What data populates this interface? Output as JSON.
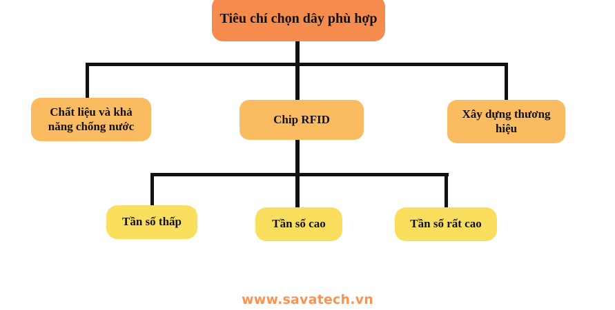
{
  "diagram": {
    "type": "organizational-tree",
    "title_node": {
      "id": "root",
      "label": "Tiêu chí chọn dây phù hợp",
      "color": "#F68B4E"
    },
    "level2": [
      {
        "id": "material",
        "label": "Chất liệu và khả năng chống nước",
        "color": "#FBBB61"
      },
      {
        "id": "rfid",
        "label": "Chip RFID",
        "color": "#FBBB61"
      },
      {
        "id": "branding",
        "label": "Xây dựng thương hiệu",
        "color": "#FBBB61"
      }
    ],
    "level3": [
      {
        "id": "low-frequency",
        "label": "Tần số thấp",
        "color": "#FADF5F"
      },
      {
        "id": "high-frequency",
        "label": "Tần số cao",
        "color": "#FADF5F"
      },
      {
        "id": "very-high-frequency",
        "label": "Tần số rất cao",
        "color": "#FADF5F"
      }
    ],
    "connector_color": "#111111"
  },
  "footer": {
    "watermark": "www.savatech.vn",
    "color": "#F79455"
  }
}
